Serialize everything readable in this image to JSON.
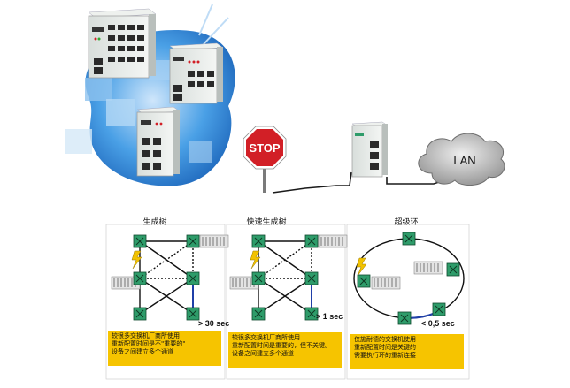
{
  "top": {
    "stop_sign_text": "STOP",
    "cloud_label": "LAN"
  },
  "panels": [
    {
      "title": "生成树",
      "note_lines": [
        "较很多交换机厂商所使用",
        "重新配置时间是不\"重要的\"",
        "设备之间建立多个通道"
      ],
      "time": "> 30 sec"
    },
    {
      "title": "快速生成树",
      "note_lines": [
        "较很多交换机厂商所使用",
        "重新配置时间是重要的，但不关键。",
        "设备之间建立多个通道"
      ],
      "time": "> 1 sec"
    },
    {
      "title": "超级环",
      "note_lines": [
        "仅施耐德的交换机使用",
        "重新配置时间是关键的",
        "需要执行环的重新连接"
      ],
      "time": "< 0,5 sec"
    }
  ],
  "colors": {
    "switch_fill": "#2e9c6a",
    "link_blue": "#1f3fa8",
    "note_yellow": "#f6c400",
    "stop_red": "#d21f26",
    "network_blue": "#3d8fd8"
  },
  "icons": [
    "switch-device-icon",
    "lightning-bolt-icon",
    "server-rack-icon",
    "stop-sign-icon",
    "lan-cloud-icon"
  ]
}
